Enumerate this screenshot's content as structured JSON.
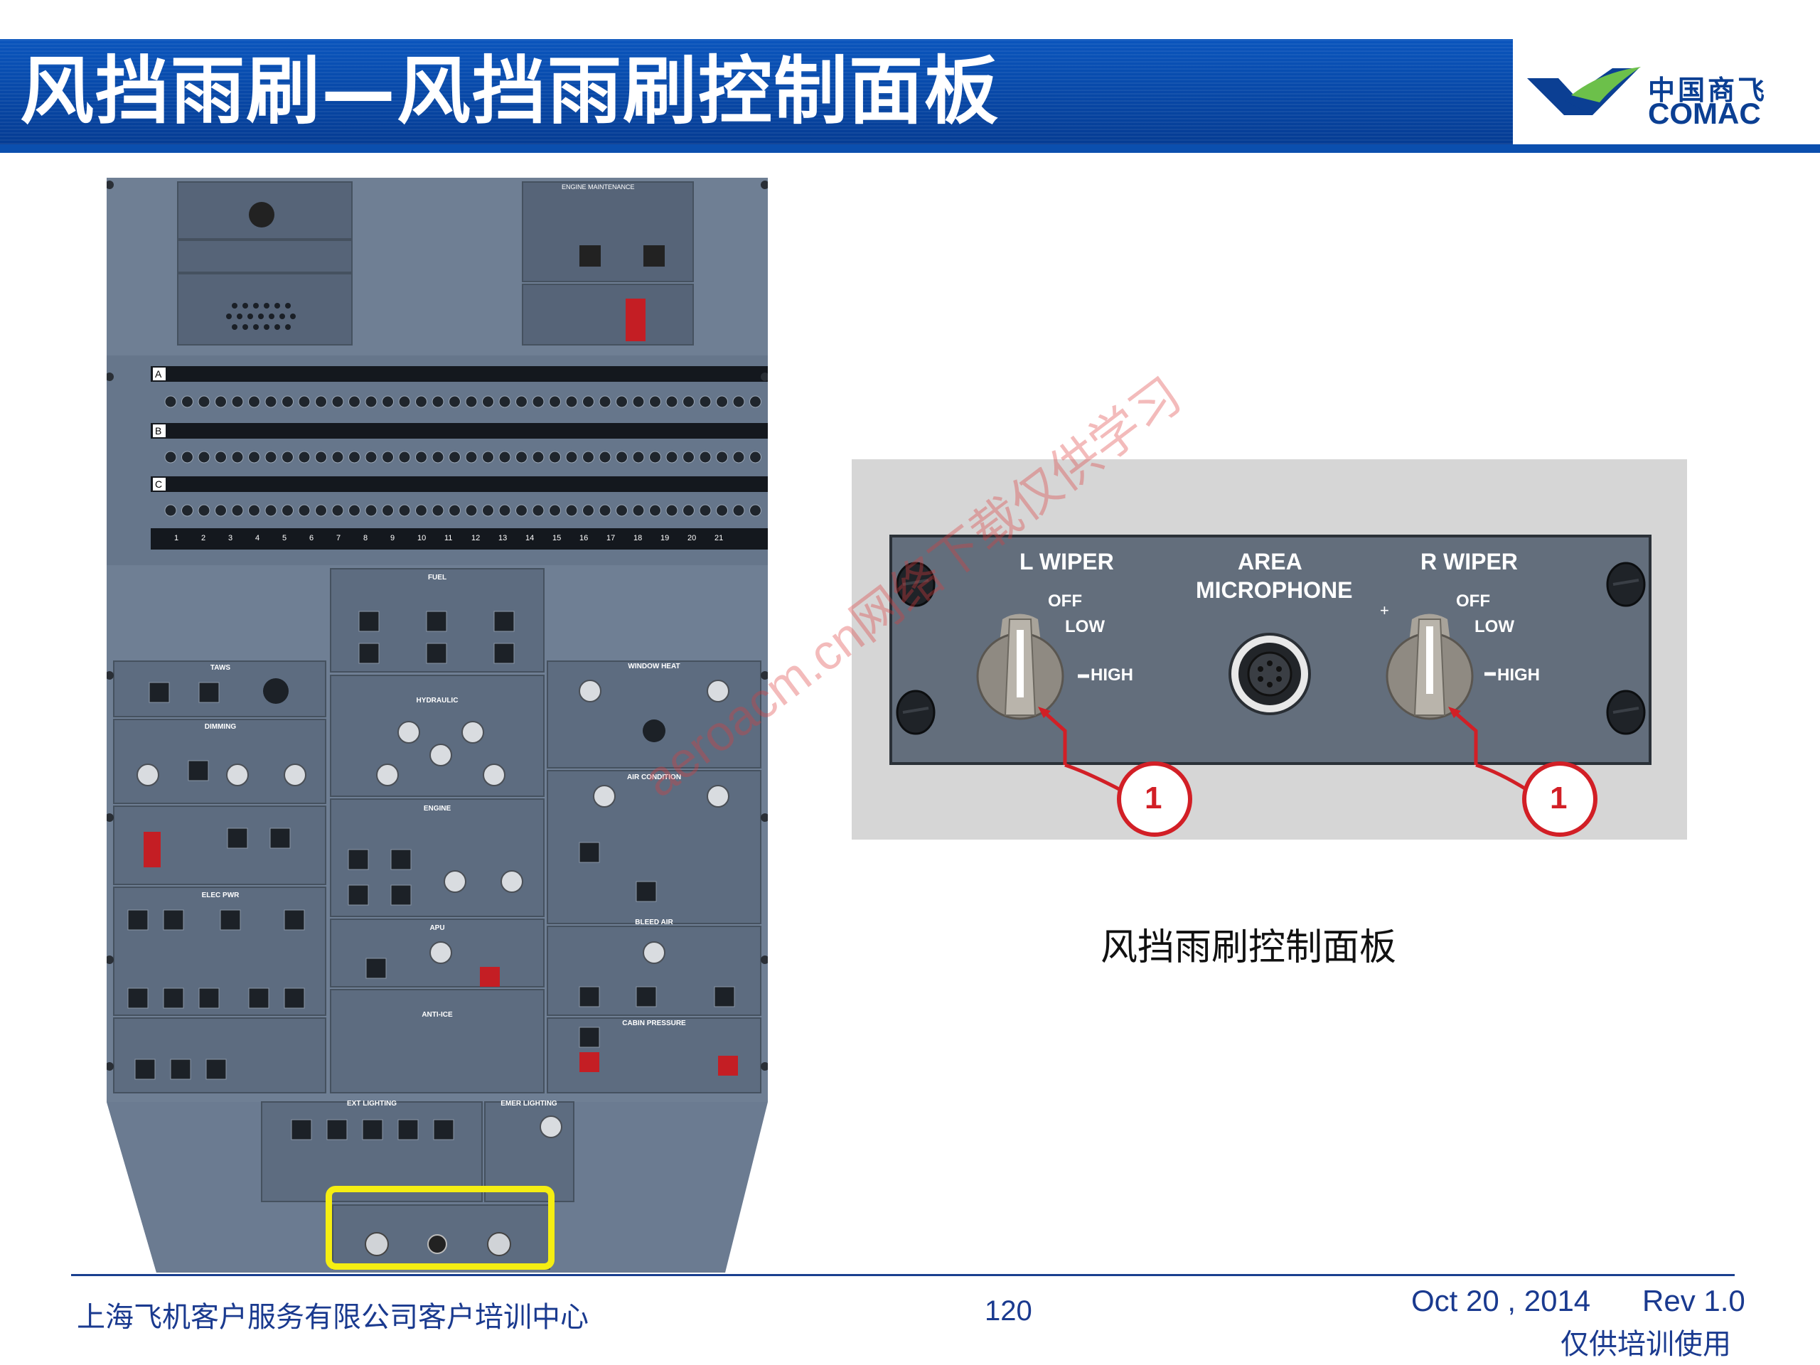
{
  "header": {
    "title": "风挡雨刷—风挡雨刷控制面板",
    "logo_cn": "中国商飞",
    "logo_en": "COMAC",
    "colors": {
      "bar": "#0a53b9",
      "logo_blue": "#0b3f93",
      "logo_green": "#6cc04a"
    }
  },
  "overhead_panel": {
    "highlight_color": "#f5ee12",
    "cb_rows": [
      "A",
      "B",
      "C"
    ],
    "cb_numbers": [
      "1",
      "2",
      "3",
      "4",
      "5",
      "6",
      "7",
      "8",
      "9",
      "10",
      "11",
      "12",
      "13",
      "14",
      "15",
      "16",
      "17",
      "18",
      "19",
      "20",
      "21"
    ],
    "sections": {
      "fuel": "FUEL",
      "hydraulic": "HYDRAULIC",
      "engine": "ENGINE",
      "apu": "APU",
      "anti_ice": "ANTI-ICE",
      "elec_pwr": "ELEC PWR",
      "window_heat": "WINDOW HEAT",
      "air_condition": "AIR CONDITION",
      "bleed_air": "BLEED AIR",
      "cabin_pressure": "CABIN PRESSURE",
      "ext_lighting": "EXT LIGHTING",
      "emer_lighting": "EMER LIGHTING",
      "taws": "TAWS",
      "dimming": "DIMMING",
      "engine_maintenance": "ENGINE MAINTENANCE"
    }
  },
  "detail": {
    "l_wiper": "L WIPER",
    "area_microphone_1": "AREA",
    "area_microphone_2": "MICROPHONE",
    "r_wiper": "R WIPER",
    "off": "OFF",
    "low": "LOW",
    "high": "HIGH",
    "callout_left": "1",
    "callout_right": "1"
  },
  "caption": "风挡雨刷控制面板",
  "watermark": "aeroacm.cn网络下载仅供学习",
  "footer": {
    "company": "上海飞机客户服务有限公司客户培训中心",
    "page": "120",
    "date": "Oct 20 , 2014",
    "rev": "Rev 1.0",
    "note": "仅供培训使用"
  }
}
